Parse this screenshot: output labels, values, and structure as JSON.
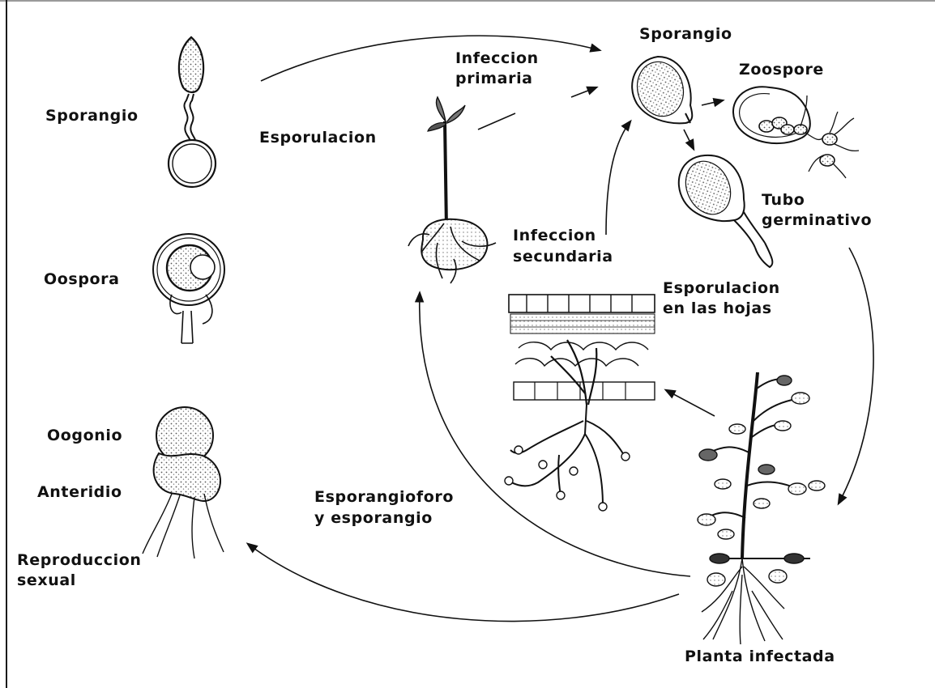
{
  "diagram": {
    "stages": {
      "sporangio_left": "Sporangio",
      "oospora": "Oospora",
      "oogonio": "Oogonio",
      "anteridio": "Anteridio",
      "reproduccion_line1": "Reproduccion",
      "reproduccion_line2": "sexual",
      "esporulacion": "Esporulacion",
      "infeccion_primaria_line1": "Infeccion",
      "infeccion_primaria_line2": "primaria",
      "sporangio_right": "Sporangio",
      "zoospore": "Zoospore",
      "tubo_line1": "Tubo",
      "tubo_line2": "germinativo",
      "infeccion_secundaria_line1": "Infeccion",
      "infeccion_secundaria_line2": "secundaria",
      "esporulacion_hojas_line1": "Esporulacion",
      "esporulacion_hojas_line2": "en las hojas",
      "esporangioforo_line1": "Esporangioforo",
      "esporangioforo_line2": "y esporangio",
      "planta_infectada": "Planta infectada"
    },
    "colors": {
      "ink": "#111111",
      "stipple": "#9a9a9a",
      "background": "#ffffff"
    }
  }
}
